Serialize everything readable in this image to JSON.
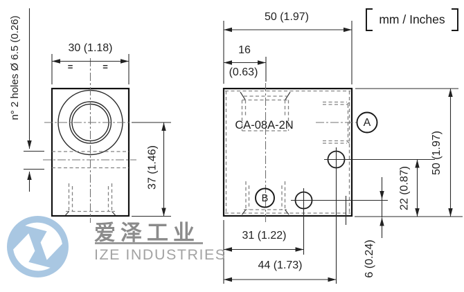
{
  "meta": {
    "units_label": "mm / Inches"
  },
  "drawing": {
    "model": "CA-08A-2N",
    "equals_mark": "=",
    "ports": {
      "a": "A",
      "b": "B"
    },
    "left_view": {
      "width_dim": "30 (1.18)",
      "height_dim": "37 (1.46)",
      "holes_note": "n° 2 holes Ø 6.5 (0.26)"
    },
    "right_view": {
      "width_dim": "50 (1.97)",
      "height_dim": "50 (1.97)",
      "cavity_offset_mm": "16",
      "cavity_offset_in": "(0.63)",
      "hole_a_height_dim": "22 (0.87)",
      "hole_b_height_dim": "6 (0.24)",
      "hole_b_x_dim": "31 (1.22)",
      "hole_a_x_dim": "44 (1.73)"
    }
  },
  "logo": {
    "cn": "爱泽工业",
    "en": "IZE INDUSTRIES"
  }
}
